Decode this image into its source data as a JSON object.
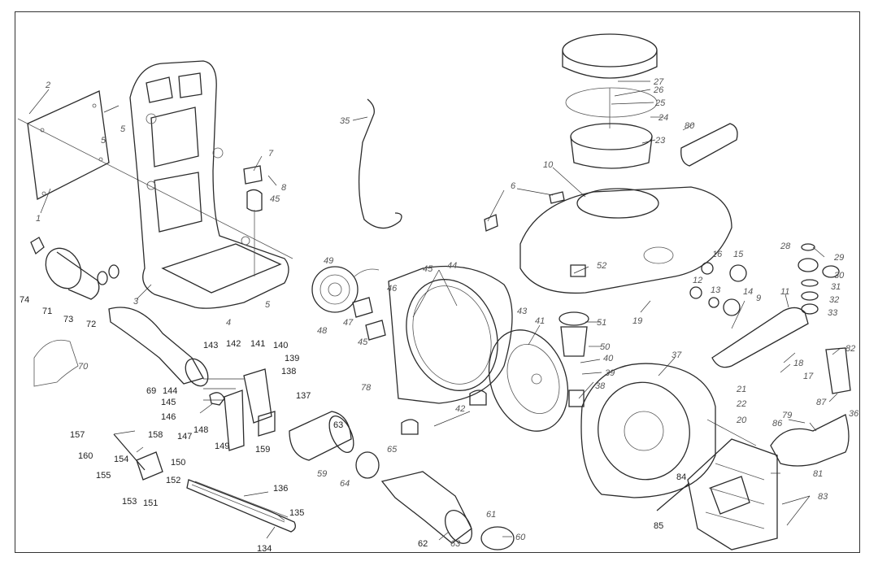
{
  "diagram": {
    "callouts": [
      {
        "id": "c1",
        "text": "1",
        "style": "it"
      },
      {
        "id": "c2",
        "text": "2",
        "style": "it"
      },
      {
        "id": "c3",
        "text": "3",
        "style": "it"
      },
      {
        "id": "c4",
        "text": "4",
        "style": "it"
      },
      {
        "id": "c5a",
        "text": "5",
        "style": "it"
      },
      {
        "id": "c5b",
        "text": "5",
        "style": "it"
      },
      {
        "id": "c5c",
        "text": "5",
        "style": "it"
      },
      {
        "id": "c6",
        "text": "6",
        "style": "it"
      },
      {
        "id": "c7",
        "text": "7",
        "style": "it"
      },
      {
        "id": "c8",
        "text": "8",
        "style": "it"
      },
      {
        "id": "c9",
        "text": "9",
        "style": "it"
      },
      {
        "id": "c10",
        "text": "10",
        "style": "it"
      },
      {
        "id": "c11",
        "text": "11",
        "style": "it"
      },
      {
        "id": "c12",
        "text": "12",
        "style": "it"
      },
      {
        "id": "c13",
        "text": "13",
        "style": "it"
      },
      {
        "id": "c14",
        "text": "14",
        "style": "it"
      },
      {
        "id": "c15",
        "text": "15",
        "style": "it"
      },
      {
        "id": "c16",
        "text": "16",
        "style": "it"
      },
      {
        "id": "c17",
        "text": "17",
        "style": "it"
      },
      {
        "id": "c18",
        "text": "18",
        "style": "it"
      },
      {
        "id": "c19",
        "text": "19",
        "style": "it"
      },
      {
        "id": "c20",
        "text": "20",
        "style": "it"
      },
      {
        "id": "c21",
        "text": "21",
        "style": "it"
      },
      {
        "id": "c22",
        "text": "22",
        "style": "it"
      },
      {
        "id": "c23",
        "text": "23",
        "style": "it"
      },
      {
        "id": "c24",
        "text": "24",
        "style": "it"
      },
      {
        "id": "c25",
        "text": "25",
        "style": "it"
      },
      {
        "id": "c26",
        "text": "26",
        "style": "it"
      },
      {
        "id": "c27",
        "text": "27",
        "style": "it"
      },
      {
        "id": "c28",
        "text": "28",
        "style": "it"
      },
      {
        "id": "c29",
        "text": "29",
        "style": "it"
      },
      {
        "id": "c30",
        "text": "30",
        "style": "it"
      },
      {
        "id": "c31",
        "text": "31",
        "style": "it"
      },
      {
        "id": "c32",
        "text": "32",
        "style": "it"
      },
      {
        "id": "c33",
        "text": "33",
        "style": "it"
      },
      {
        "id": "c35",
        "text": "35",
        "style": "it"
      },
      {
        "id": "c36",
        "text": "36",
        "style": "it"
      },
      {
        "id": "c37",
        "text": "37",
        "style": "it"
      },
      {
        "id": "c38",
        "text": "38",
        "style": "it"
      },
      {
        "id": "c39",
        "text": "39",
        "style": "it"
      },
      {
        "id": "c40",
        "text": "40",
        "style": "it"
      },
      {
        "id": "c41",
        "text": "41",
        "style": "it"
      },
      {
        "id": "c42",
        "text": "42",
        "style": "it"
      },
      {
        "id": "c43",
        "text": "43",
        "style": "it"
      },
      {
        "id": "c44",
        "text": "44",
        "style": "it"
      },
      {
        "id": "c45a",
        "text": "45",
        "style": "it"
      },
      {
        "id": "c45b",
        "text": "45",
        "style": "it"
      },
      {
        "id": "c45c",
        "text": "45",
        "style": "it"
      },
      {
        "id": "c46",
        "text": "46",
        "style": "it"
      },
      {
        "id": "c47",
        "text": "47",
        "style": "it"
      },
      {
        "id": "c48",
        "text": "48",
        "style": "it"
      },
      {
        "id": "c49",
        "text": "49",
        "style": "it"
      },
      {
        "id": "c50",
        "text": "50",
        "style": "it"
      },
      {
        "id": "c51",
        "text": "51",
        "style": "it"
      },
      {
        "id": "c52",
        "text": "52",
        "style": "it"
      },
      {
        "id": "c59",
        "text": "59",
        "style": "it"
      },
      {
        "id": "c60",
        "text": "60",
        "style": "it"
      },
      {
        "id": "c61",
        "text": "61",
        "style": "it"
      },
      {
        "id": "c62",
        "text": "62",
        "style": "n"
      },
      {
        "id": "c63a",
        "text": "63",
        "style": "n"
      },
      {
        "id": "c63b",
        "text": "63",
        "style": "it"
      },
      {
        "id": "c64",
        "text": "64",
        "style": "it"
      },
      {
        "id": "c65",
        "text": "65",
        "style": "it"
      },
      {
        "id": "c69",
        "text": "69",
        "style": "n"
      },
      {
        "id": "c70",
        "text": "70",
        "style": "it"
      },
      {
        "id": "c71",
        "text": "71",
        "style": "n"
      },
      {
        "id": "c72",
        "text": "72",
        "style": "n"
      },
      {
        "id": "c73",
        "text": "73",
        "style": "n"
      },
      {
        "id": "c74",
        "text": "74",
        "style": "n"
      },
      {
        "id": "c78",
        "text": "78",
        "style": "it"
      },
      {
        "id": "c79",
        "text": "79",
        "style": "it"
      },
      {
        "id": "c80",
        "text": "80",
        "style": "it"
      },
      {
        "id": "c81",
        "text": "81",
        "style": "it"
      },
      {
        "id": "c82",
        "text": "82",
        "style": "it"
      },
      {
        "id": "c83",
        "text": "83",
        "style": "it"
      },
      {
        "id": "c84",
        "text": "84",
        "style": "n"
      },
      {
        "id": "c85",
        "text": "85",
        "style": "n"
      },
      {
        "id": "c86",
        "text": "86",
        "style": "it"
      },
      {
        "id": "c87",
        "text": "87",
        "style": "it"
      },
      {
        "id": "c134",
        "text": "134",
        "style": "n"
      },
      {
        "id": "c135",
        "text": "135",
        "style": "n"
      },
      {
        "id": "c136",
        "text": "136",
        "style": "n"
      },
      {
        "id": "c137",
        "text": "137",
        "style": "n"
      },
      {
        "id": "c138",
        "text": "138",
        "style": "n"
      },
      {
        "id": "c139",
        "text": "139",
        "style": "n"
      },
      {
        "id": "c140",
        "text": "140",
        "style": "n"
      },
      {
        "id": "c141",
        "text": "141",
        "style": "n"
      },
      {
        "id": "c142",
        "text": "142",
        "style": "n"
      },
      {
        "id": "c143",
        "text": "143",
        "style": "n"
      },
      {
        "id": "c144",
        "text": "144",
        "style": "n"
      },
      {
        "id": "c145",
        "text": "145",
        "style": "n"
      },
      {
        "id": "c146",
        "text": "146",
        "style": "n"
      },
      {
        "id": "c147",
        "text": "147",
        "style": "n"
      },
      {
        "id": "c148",
        "text": "148",
        "style": "n"
      },
      {
        "id": "c149",
        "text": "149",
        "style": "n"
      },
      {
        "id": "c150",
        "text": "150",
        "style": "n"
      },
      {
        "id": "c151",
        "text": "151",
        "style": "n"
      },
      {
        "id": "c152",
        "text": "152",
        "style": "n"
      },
      {
        "id": "c153",
        "text": "153",
        "style": "n"
      },
      {
        "id": "c154",
        "text": "154",
        "style": "n"
      },
      {
        "id": "c155",
        "text": "155",
        "style": "n"
      },
      {
        "id": "c157",
        "text": "157",
        "style": "n"
      },
      {
        "id": "c158",
        "text": "158",
        "style": "n"
      },
      {
        "id": "c159",
        "text": "159",
        "style": "n"
      },
      {
        "id": "c160",
        "text": "160",
        "style": "n"
      }
    ]
  }
}
